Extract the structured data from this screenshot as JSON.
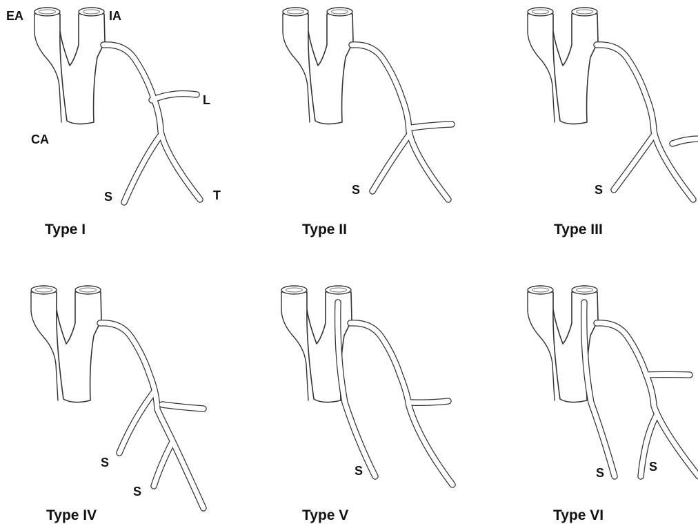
{
  "labels": {
    "ea": "EA",
    "ia": "IA",
    "ca": "CA",
    "l": "L",
    "s": "S",
    "t": "T"
  },
  "panels": [
    {
      "title": "Type I"
    },
    {
      "title": "Type II"
    },
    {
      "title": "Type III"
    },
    {
      "title": "Type IV"
    },
    {
      "title": "Type V"
    },
    {
      "title": "Type VI"
    }
  ]
}
